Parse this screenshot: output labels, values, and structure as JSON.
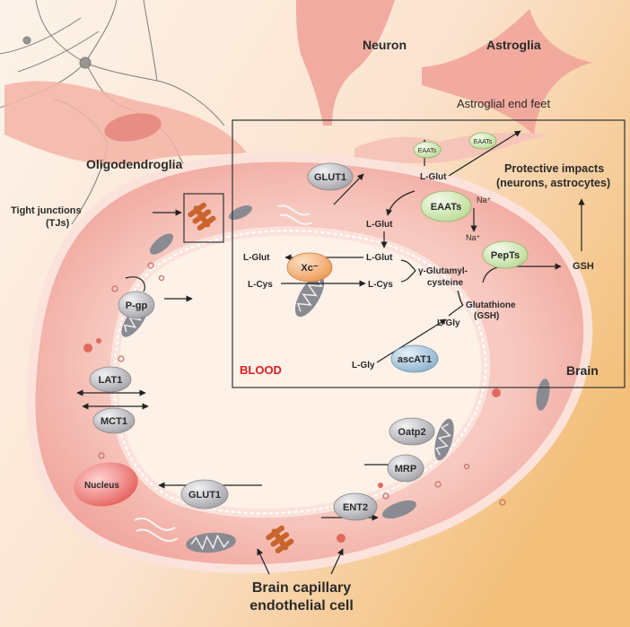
{
  "labels": {
    "neuron": "Neuron",
    "astroglia": "Astroglia",
    "astroglial_end_feet": "Astroglial end feet",
    "oligodendroglia": "Oligodendroglia",
    "tight_junctions_line1": "Tight junctions",
    "tight_junctions_line2": "(TJs)",
    "protective_line1": "Protective impacts",
    "protective_line2": "(neurons, astrocytes)",
    "blood": "BLOOD",
    "brain": "Brain",
    "nucleus": "Nucleus",
    "endothelial_line1": "Brain capillary",
    "endothelial_line2": "endothelial cell"
  },
  "transporters": {
    "glut1_top": "GLUT1",
    "eaats_small1": "EAATs",
    "eaats_small2": "EAATs",
    "eaats_main": "EAATs",
    "xc": "Xc⁻",
    "pepts": "PepTs",
    "pgp": "P-gp",
    "ascat1": "ascAT1",
    "lat1": "LAT1",
    "mct1": "MCT1",
    "oatp2": "Oatp2",
    "mrp": "MRP",
    "glut1_bottom": "GLUT1",
    "ent2": "ENT2"
  },
  "metabolites": {
    "lglut_top": "L-Glut",
    "na_plus_1": "Na⁺",
    "na_plus_2": "Na⁺",
    "lglut_mid": "L-Glut",
    "lglut_right": "L-Glut",
    "lglut_left": "L-Glut",
    "lcys_left": "L-Cys",
    "lcys_right": "L-Cys",
    "gamma_glutamyl_line1": "γ-Glutamyl-",
    "gamma_glutamyl_line2": "cysteine",
    "glutathione_line1": "Glutathione",
    "glutathione_line2": "(GSH)",
    "lgly_right": "L-Gly",
    "lgly_left": "L-Gly",
    "gsh": "GSH"
  },
  "colors": {
    "background_warm": "#f6c98a",
    "cell_pink": "#f3b9b0",
    "membrane_pink": "#fbe3dc",
    "lumen": "#fdf1e8",
    "transporter_gray": "#b9b9bd",
    "transporter_green": "#d9ecb8",
    "transporter_orange": "#f2a96a",
    "transporter_blue": "#a9c7dd",
    "tj_brown": "#c9642c",
    "blood_red": "#e02020"
  }
}
